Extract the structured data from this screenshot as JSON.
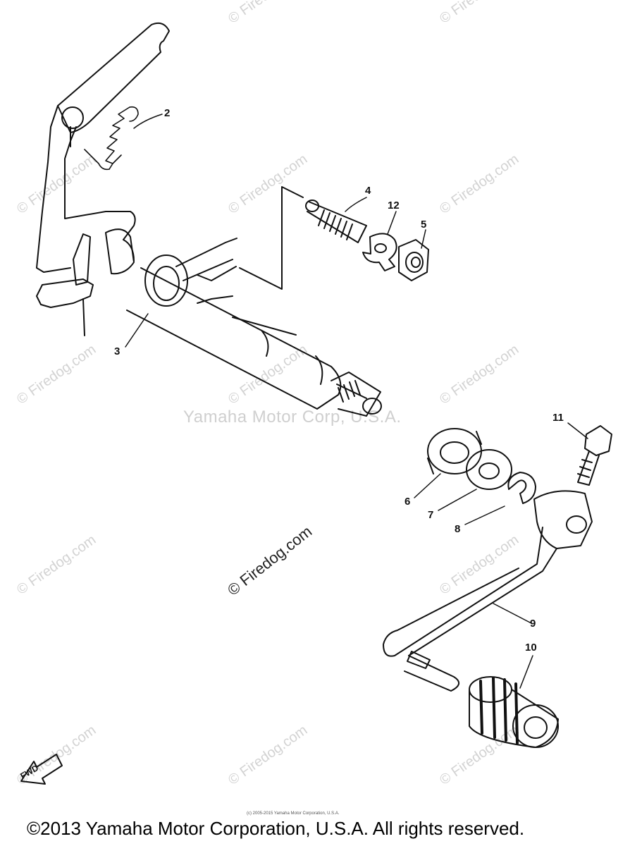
{
  "watermark": {
    "small_text": "© Firedog.com",
    "center_text": "Yamaha Motor Corp, U.S.A.",
    "diagonal_text": "© Firedog.com"
  },
  "callouts": {
    "part2": "2",
    "part3": "3",
    "part4": "4",
    "part5": "5",
    "part6": "6",
    "part7": "7",
    "part8": "8",
    "part9": "9",
    "part10": "10",
    "part11": "11",
    "part12": "12"
  },
  "direction_label": "FWD",
  "tiny_copyright": "(c) 2005-2015 Yamaha Motor Corporation, U.S.A.",
  "footer": "©2013 Yamaha Motor Corporation, U.S.A. All rights reserved.",
  "colors": {
    "line": "#111111",
    "watermark": "#d3d3d3"
  }
}
